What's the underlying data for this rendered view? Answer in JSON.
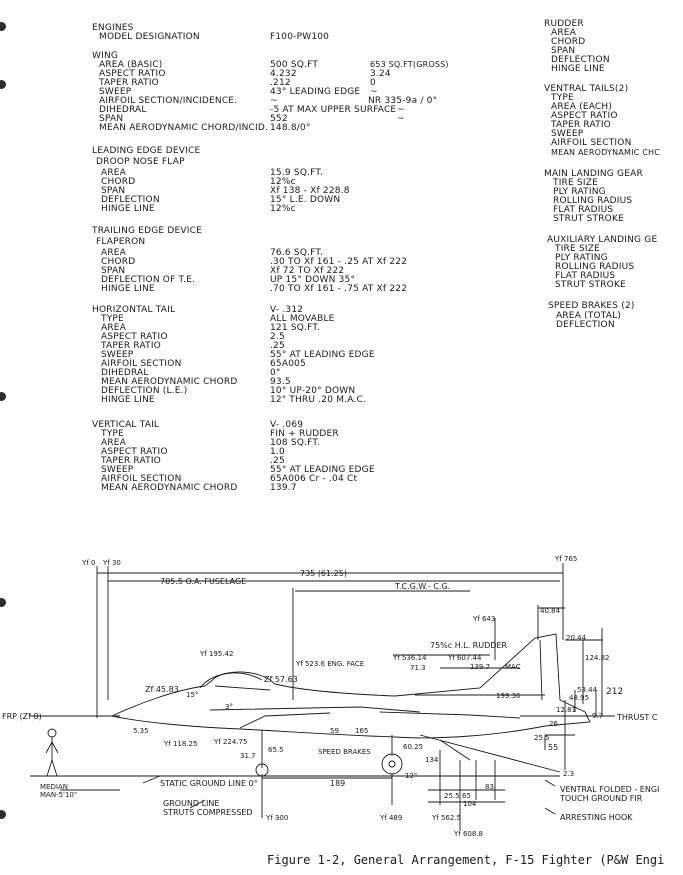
{
  "engines": {
    "heading": "ENGINES",
    "model_label": "MODEL DESIGNATION",
    "model_value": "F100-PW100"
  },
  "wing": {
    "heading": "WING",
    "rows": [
      {
        "label": "AREA (BASIC)",
        "value": "500 SQ.FT",
        "value2": "653 SQ.FT(GROSS)"
      },
      {
        "label": "ASPECT RATIO",
        "value": "4.232",
        "value2": "3.24"
      },
      {
        "label": "TAPER RATIO",
        "value": ".212",
        "value2": "0"
      },
      {
        "label": "SWEEP",
        "value": "43° LEADING EDGE",
        "value2": "~"
      },
      {
        "label": "AIRFOIL SECTION/INCIDENCE.",
        "value": "~",
        "value2": "NR 335-9a / 0°"
      },
      {
        "label": "DIHEDRAL",
        "value": "-5 AT MAX UPPER SURFACE",
        "value2": "~"
      },
      {
        "label": "SPAN",
        "value": "552",
        "value2": "~"
      },
      {
        "label": "MEAN AERODYNAMIC CHORD/INCID.",
        "value": "148.8/0°",
        "value2": ""
      }
    ]
  },
  "leading_edge": {
    "heading": "LEADING EDGE DEVICE",
    "sub": "DROOP NOSE FLAP",
    "rows": [
      {
        "label": "AREA",
        "value": "15.9 SQ.FT."
      },
      {
        "label": "CHORD",
        "value": "12%c"
      },
      {
        "label": "SPAN",
        "value": "Xf 138 - Xf 228.8"
      },
      {
        "label": "DEFLECTION",
        "value": "15° L.E. DOWN"
      },
      {
        "label": "HINGE LINE",
        "value": "12%c"
      }
    ]
  },
  "trailing_edge": {
    "heading": "TRAILING EDGE DEVICE",
    "sub": "FLAPERON",
    "rows": [
      {
        "label": "AREA",
        "value": "76.6 SQ.FT."
      },
      {
        "label": "CHORD",
        "value": ".30 TO Xf 161 - .25 AT Xf 222"
      },
      {
        "label": "SPAN",
        "value": "Xf 72 TO Xf 222"
      },
      {
        "label": "DEFLECTION  OF T.E.",
        "value": "UP 15° DOWN 35°"
      },
      {
        "label": "HINGE LINE",
        "value": ".70 TO Xf 161 - .75 AT Xf 222"
      }
    ]
  },
  "horizontal_tail": {
    "heading": "HORIZONTAL TAIL",
    "header_value": "V- .312",
    "rows": [
      {
        "label": "TYPE",
        "value": "ALL MOVABLE"
      },
      {
        "label": "AREA",
        "value": "121 SQ.FT."
      },
      {
        "label": "ASPECT RATIO",
        "value": "2.5"
      },
      {
        "label": "TAPER RATIO",
        "value": ".25"
      },
      {
        "label": "SWEEP",
        "value": "55° AT LEADING EDGE"
      },
      {
        "label": "AIRFOIL SECTION",
        "value": "65A005"
      },
      {
        "label": "DIHEDRAL",
        "value": "0°"
      },
      {
        "label": "MEAN AERODYNAMIC CHORD",
        "value": "93.5"
      },
      {
        "label": "DEFLECTION (L.E.)",
        "value": "10° UP-20° DOWN"
      },
      {
        "label": "HINGE LINE",
        "value": "12\" THRU .20 M.A.C."
      }
    ]
  },
  "vertical_tail": {
    "heading": "VERTICAL TAIL",
    "header_value": "V- .069",
    "rows": [
      {
        "label": "TYPE",
        "value": "FIN + RUDDER"
      },
      {
        "label": "AREA",
        "value": "108 SQ.FT."
      },
      {
        "label": "ASPECT RATIO",
        "value": "1.0"
      },
      {
        "label": "TAPER RATIO",
        "value": ".25"
      },
      {
        "label": "SWEEP",
        "value": "55° AT LEADING EDGE"
      },
      {
        "label": "AIRFOIL SECTION",
        "value": "65A006 Cr - .04 Ct"
      },
      {
        "label": "MEAN AERODYNAMIC CHORD",
        "value": "139.7"
      }
    ]
  },
  "rudder": {
    "heading": "RUDDER",
    "rows": [
      "AREA",
      "CHORD",
      "SPAN",
      "DEFLECTION",
      "HINGE LINE"
    ]
  },
  "ventral_tails": {
    "heading": "VENTRAL TAILS(2)",
    "rows": [
      "TYPE",
      "AREA (EACH)",
      "ASPECT RATIO",
      "TAPER RATIO",
      "SWEEP",
      "AIRFOIL SECTION",
      "MEAN AERODYNAMIC CHC"
    ]
  },
  "main_gear": {
    "heading": "MAIN LANDING GEAR",
    "rows": [
      "TIRE SIZE",
      "PLY RATING",
      "ROLLING RADIUS",
      "FLAT RADIUS",
      "STRUT STROKE"
    ]
  },
  "aux_gear": {
    "heading": "AUXILIARY LANDING GE",
    "rows": [
      "TIRE SIZE",
      "PLY RATING",
      "ROLLING RADIUS",
      "FLAT RADIUS",
      "STRUT STROKE"
    ]
  },
  "speed_brakes": {
    "heading": "SPEED BRAKES (2)",
    "rows": [
      "AREA (TOTAL)",
      "DEFLECTION"
    ]
  },
  "drawing": {
    "y0": "Yf 0",
    "y30": "Yf 30",
    "y765": "Yf 765",
    "dim735": "735 (61.25)",
    "fuselage": "705.5 O.A. FUSELAGE",
    "tcgw": "T.C.G.W.- C.G.",
    "y643": "Yf 643",
    "v4084": "40.84",
    "v2044": "20.44",
    "v12482": "124.82",
    "rudder75": "75%c H.L. RUDDER",
    "y19542": "Yf 195.42",
    "y5236": "Yf 523.6 ENG. FACE",
    "y53614": "Yf 536.14",
    "y60744": "Yf 607.44",
    "v713": "71.3",
    "v1397": "139.7",
    "mac": "MAC",
    "z4583": "Zf 45.83",
    "z5763": "Zf 57.63",
    "a15": "15°",
    "a3": "3°",
    "v19936": "199.36",
    "v5344": "53.44",
    "v4895": "48.95",
    "v212": "212",
    "v1281": "12.81",
    "v97": "9.7",
    "thrust": "THRUST C",
    "frp": "FRP (Zf 0)",
    "v535": "5.35",
    "y11825": "Yf 118.25",
    "y22475": "Yf 224.75",
    "v59": "59",
    "v165": "165",
    "speedbrakes": "SPEED BRAKES",
    "v655": "65.5",
    "v317": "31.7",
    "v6025": "60.25",
    "v12in": "12\"",
    "v134": "134",
    "v255a": "25.5",
    "v26": "26",
    "v55": "55",
    "v23": "2.3",
    "median": "MEDIAN",
    "man": "MAN-5'10\"",
    "static": "STATIC GROUND LINE 0°",
    "v189": "189",
    "v255b": "25.5",
    "v65": "65",
    "v83": "83",
    "v104": "104",
    "groundline": "GROUND LINE",
    "struts": "STRUTS COMPRESSED",
    "y300": "Yf 300",
    "y489": "Yf 489",
    "y5625": "Yf 562.5",
    "y6088": "Yf 608.8",
    "ventral1": "VENTRAL FOLDED - ENGI",
    "ventral2": "TOUCH GROUND FIR",
    "hook": "ARRESTING HOOK"
  },
  "caption": "Figure 1-2,  General Arrangement, F-15 Fighter (P&W Engi"
}
